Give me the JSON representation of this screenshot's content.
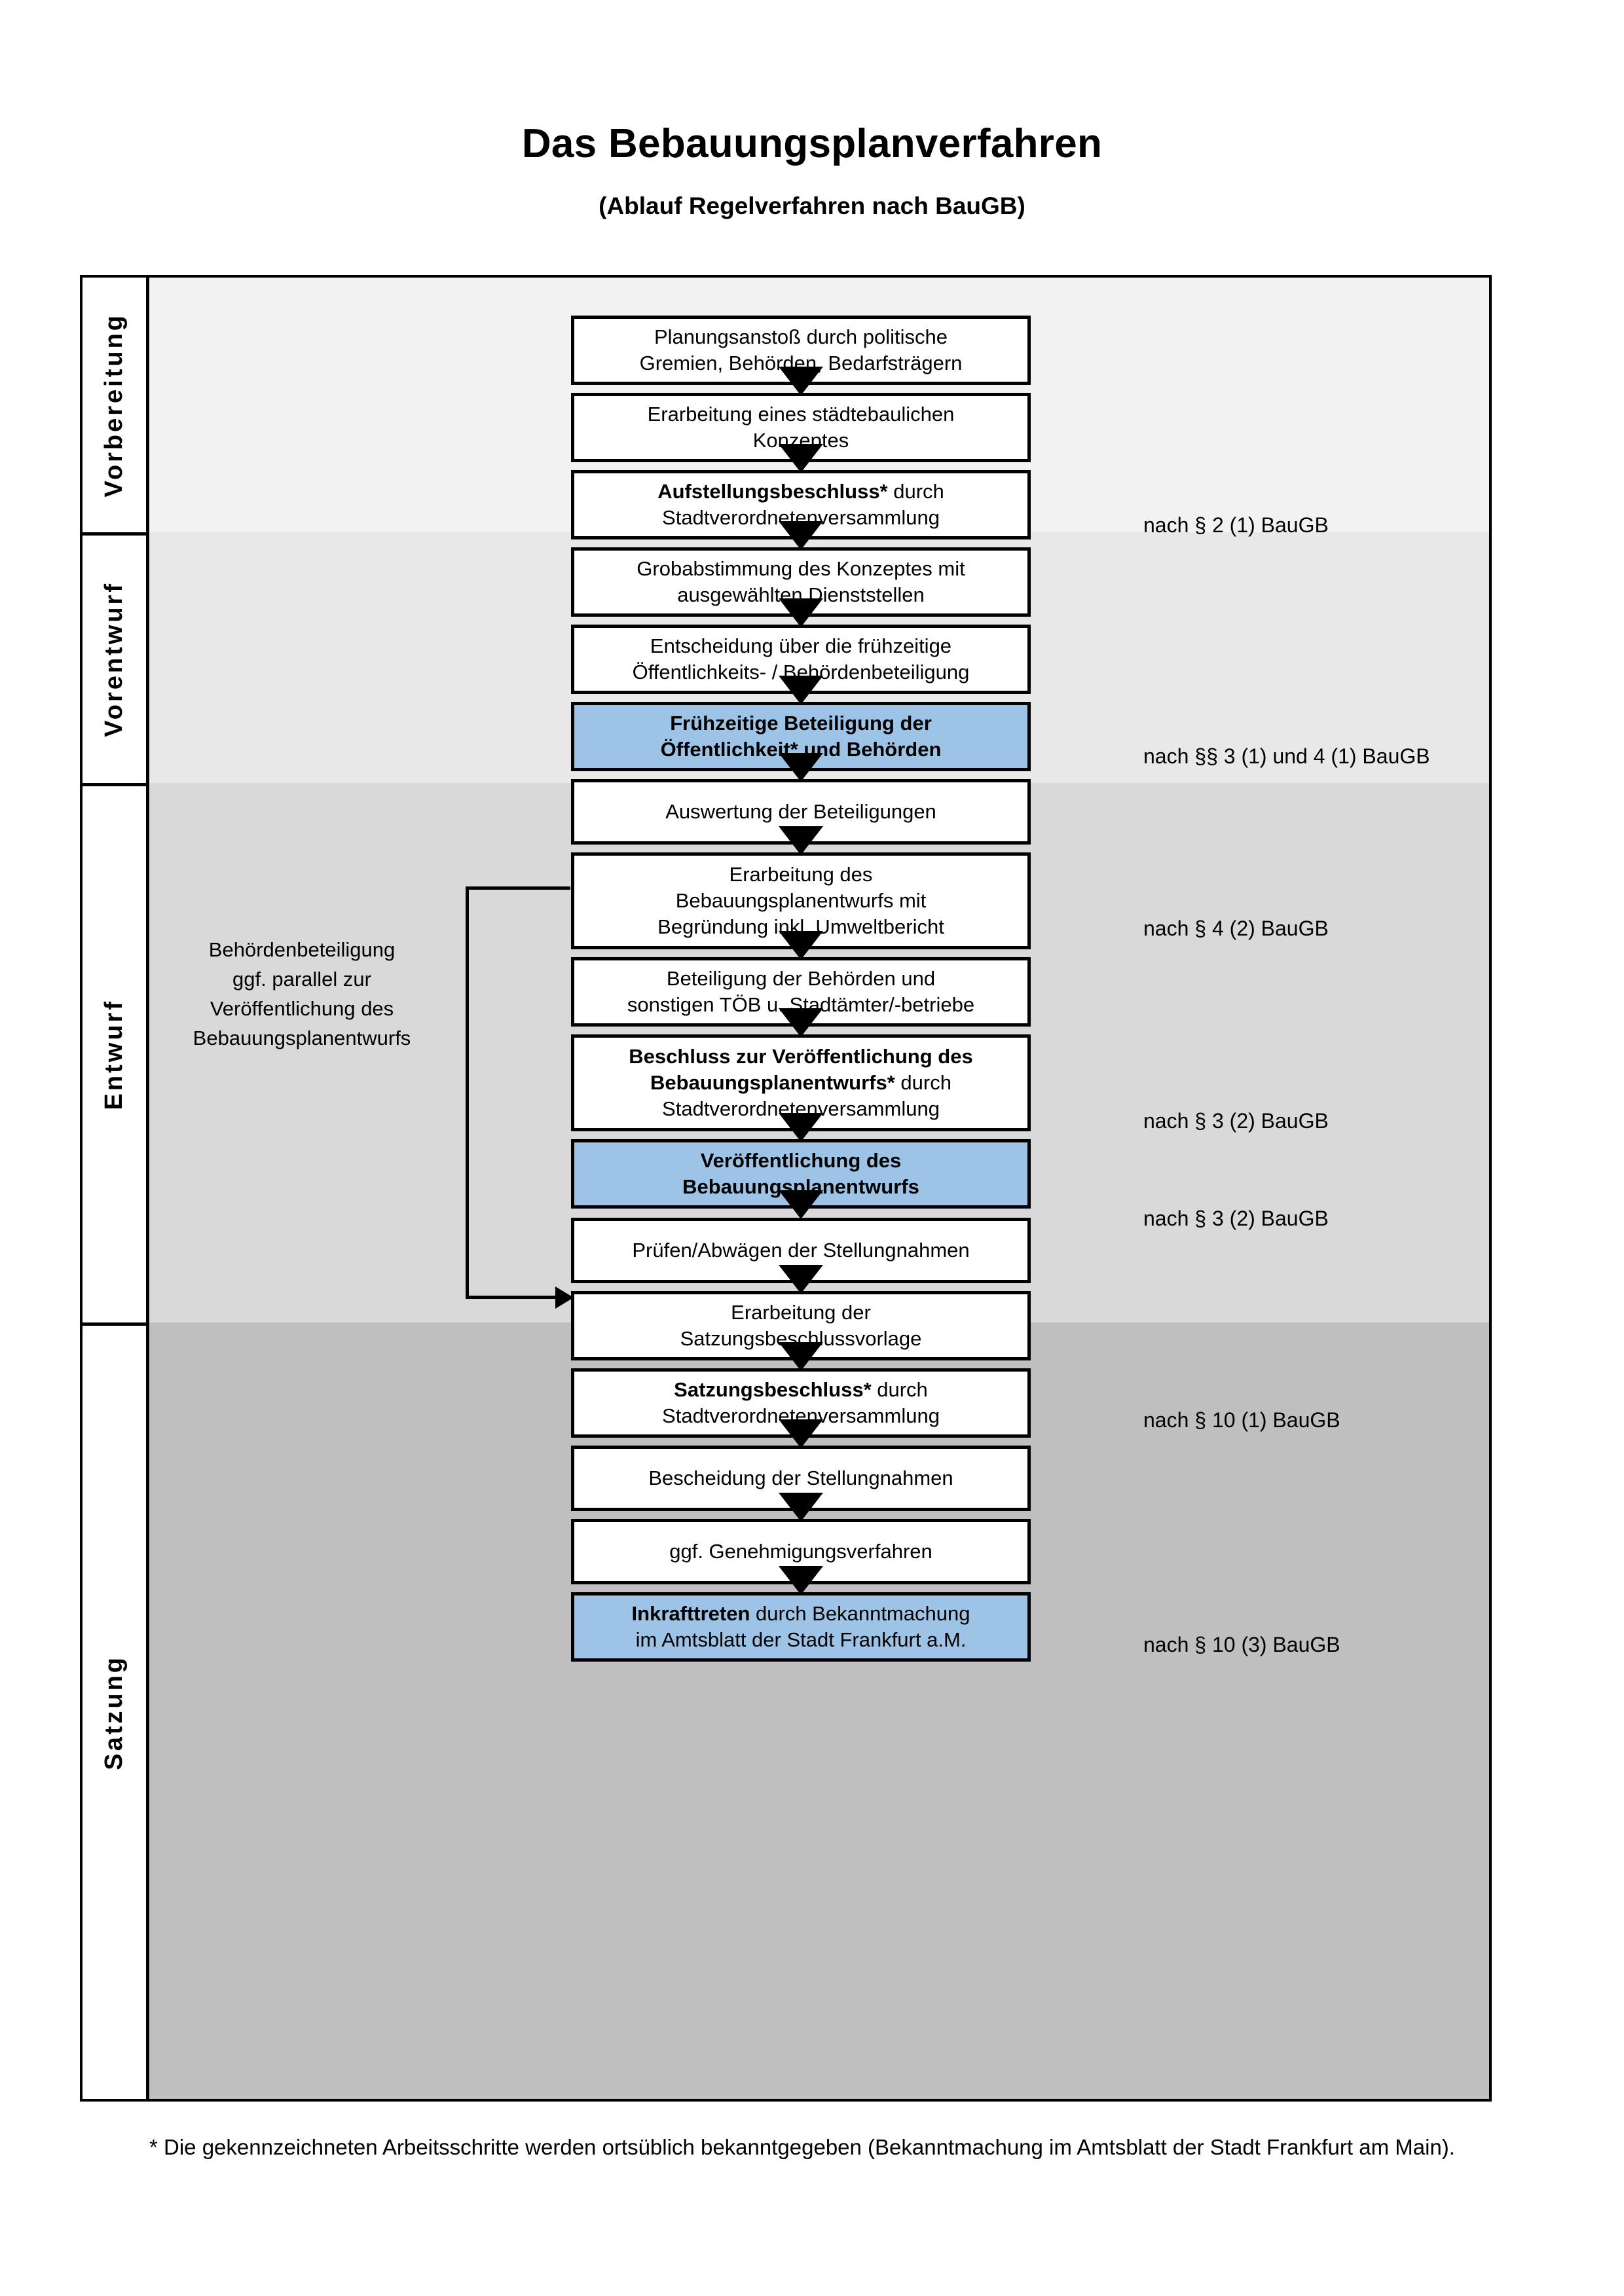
{
  "document": {
    "title": "Das Bebauungsplanverfahren",
    "subtitle": "(Ablauf Regelverfahren nach BauGB)",
    "footnote": "* Die gekennzeichneten Arbeitsschritte werden ortsüblich bekanntgegeben (Bekanntmachung im Amtsblatt  der Stadt Frankfurt am Main)."
  },
  "colors": {
    "highlight_blue": "#9DC3E6",
    "band_vorbereitung": "#F2F2F2",
    "band_vorentwurf": "#E8E8E8",
    "band_entwurf": "#D9D9D9",
    "band_satzung": "#BFBFBF",
    "outline": "#000000",
    "box_fill": "#FFFFFF"
  },
  "phases": [
    {
      "id": "vorbereitung",
      "label": "Vorbereitung"
    },
    {
      "id": "vorentwurf",
      "label": "Vorentwurf"
    },
    {
      "id": "entwurf",
      "label": "Entwurf"
    },
    {
      "id": "satzung",
      "label": "Satzung"
    }
  ],
  "steps": [
    {
      "id": "s1",
      "phase": "vorbereitung",
      "highlight": false,
      "lines": [
        {
          "text": "Planungsanstoß durch politische",
          "bold": false
        },
        {
          "text": "Gremien, Behörden, Bedarfsträgern",
          "bold": false
        }
      ]
    },
    {
      "id": "s2",
      "phase": "vorbereitung",
      "highlight": false,
      "lines": [
        {
          "text": "Erarbeitung eines städtebaulichen",
          "bold": false
        },
        {
          "text": "Konzeptes",
          "bold": false
        }
      ]
    },
    {
      "id": "s3",
      "phase": "vorbereitung",
      "highlight": false,
      "lines": [
        {
          "text": "Aufstellungsbeschluss*",
          "bold": true
        },
        {
          "text": " durch",
          "bold": false
        },
        {
          "text": "\n",
          "bold": false
        },
        {
          "text": "Stadtverordnetenversammlung",
          "bold": false
        }
      ]
    },
    {
      "id": "s4",
      "phase": "vorentwurf",
      "highlight": false,
      "lines": [
        {
          "text": "Grobabstimmung des Konzeptes mit",
          "bold": false
        },
        {
          "text": "ausgewählten Dienststellen",
          "bold": false
        }
      ]
    },
    {
      "id": "s5",
      "phase": "vorentwurf",
      "highlight": false,
      "lines": [
        {
          "text": "Entscheidung über die frühzeitige",
          "bold": false
        },
        {
          "text": "Öffentlichkeits- / Behördenbeteiligung",
          "bold": false
        }
      ]
    },
    {
      "id": "s6",
      "phase": "vorentwurf",
      "highlight": true,
      "lines": [
        {
          "text": "Frühzeitige Beteiligung der",
          "bold": true
        },
        {
          "text": "Öffentlichkeit* und Behörden",
          "bold": true
        }
      ]
    },
    {
      "id": "s7",
      "phase": "entwurf",
      "highlight": false,
      "lines": [
        {
          "text": "Auswertung der Beteiligungen",
          "bold": false
        }
      ]
    },
    {
      "id": "s8",
      "phase": "entwurf",
      "highlight": false,
      "lines": [
        {
          "text": "Erarbeitung des",
          "bold": false
        },
        {
          "text": "Bebauungsplanentwurfs mit",
          "bold": false
        },
        {
          "text": "Begründung inkl. Umweltbericht",
          "bold": false
        }
      ]
    },
    {
      "id": "s9",
      "phase": "entwurf",
      "highlight": false,
      "lines": [
        {
          "text": "Beteiligung der Behörden und",
          "bold": false
        },
        {
          "text": "sonstigen TÖB u. Stadtämter/-betriebe",
          "bold": false
        }
      ]
    },
    {
      "id": "s10",
      "phase": "entwurf",
      "highlight": false,
      "lines": [
        {
          "text": "Beschluss zur Veröffentlichung des",
          "bold": true
        },
        {
          "text": "Bebauungsplanentwurfs*",
          "bold": true
        },
        {
          "text": " durch",
          "bold": false
        },
        {
          "text": "\n",
          "bold": false
        },
        {
          "text": "Stadtverordnetenversammlung",
          "bold": false
        }
      ]
    },
    {
      "id": "s11",
      "phase": "entwurf",
      "highlight": true,
      "lines": [
        {
          "text": "Veröffentlichung des",
          "bold": true
        },
        {
          "text": "Bebauungsplanentwurfs",
          "bold": true
        }
      ]
    },
    {
      "id": "s12",
      "phase": "satzung",
      "highlight": false,
      "lines": [
        {
          "text": "Prüfen/Abwägen der Stellungnahmen",
          "bold": false
        }
      ]
    },
    {
      "id": "s13",
      "phase": "satzung",
      "highlight": false,
      "lines": [
        {
          "text": "Erarbeitung der",
          "bold": false
        },
        {
          "text": "Satzungsbeschlussvorlage",
          "bold": false
        }
      ]
    },
    {
      "id": "s14",
      "phase": "satzung",
      "highlight": false,
      "lines": [
        {
          "text": "Satzungsbeschluss*",
          "bold": true
        },
        {
          "text": " durch",
          "bold": false
        },
        {
          "text": "\n",
          "bold": false
        },
        {
          "text": "Stadtverordnetenversammlung",
          "bold": false
        }
      ]
    },
    {
      "id": "s15",
      "phase": "satzung",
      "highlight": false,
      "lines": [
        {
          "text": "Bescheidung der Stellungnahmen",
          "bold": false
        }
      ]
    },
    {
      "id": "s16",
      "phase": "satzung",
      "highlight": false,
      "lines": [
        {
          "text": "ggf. Genehmigungsverfahren",
          "bold": false
        }
      ]
    },
    {
      "id": "s17",
      "phase": "satzung",
      "highlight": true,
      "lines": [
        {
          "text": "Inkrafttreten",
          "bold": true
        },
        {
          "text": " durch Bekanntmachung",
          "bold": false
        },
        {
          "text": "\n",
          "bold": false
        },
        {
          "text": "im Amtsblatt der Stadt Frankfurt a.M.",
          "bold": false
        }
      ]
    }
  ],
  "step_text": {
    "s1_l1": "Planungsanstoß durch politische",
    "s1_l2": "Gremien, Behörden, Bedarfsträgern",
    "s2_l1": "Erarbeitung eines städtebaulichen",
    "s2_l2": "Konzeptes",
    "s3_b": "Aufstellungsbeschluss*",
    "s3_n": " durch",
    "s3_l2": "Stadtverordnetenversammlung",
    "s4_l1": "Grobabstimmung des Konzeptes mit",
    "s4_l2": "ausgewählten Dienststellen",
    "s5_l1": "Entscheidung über die frühzeitige",
    "s5_l2": "Öffentlichkeits- / Behördenbeteiligung",
    "s6_l1": "Frühzeitige Beteiligung der",
    "s6_l2": "Öffentlichkeit* und Behörden",
    "s7_l1": "Auswertung der Beteiligungen",
    "s8_l1": "Erarbeitung des",
    "s8_l2": "Bebauungsplanentwurfs mit",
    "s8_l3": "Begründung inkl. Umweltbericht",
    "s9_l1": "Beteiligung der Behörden und",
    "s9_l2": "sonstigen TÖB u. Stadtämter/-betriebe",
    "s10_b1": "Beschluss zur Veröffentlichung des",
    "s10_b2": "Bebauungsplanentwurfs*",
    "s10_n": " durch",
    "s10_l3": "Stadtverordnetenversammlung",
    "s11_l1": "Veröffentlichung des",
    "s11_l2": "Bebauungsplanentwurfs",
    "s12_l1": "Prüfen/Abwägen der Stellungnahmen",
    "s13_l1": "Erarbeitung der",
    "s13_l2": "Satzungsbeschlussvorlage",
    "s14_b": "Satzungsbeschluss*",
    "s14_n": " durch",
    "s14_l2": "Stadtverordnetenversammlung",
    "s15_l1": "Bescheidung der Stellungnahmen",
    "s16_l1": "ggf. Genehmigungsverfahren",
    "s17_b": "Inkrafttreten",
    "s17_n": " durch Bekanntmachung",
    "s17_l2": "im Amtsblatt der Stadt Frankfurt a.M."
  },
  "legal_notes": [
    {
      "id": "n1",
      "text": "nach § 2 (1) BauGB",
      "for_step": "s3"
    },
    {
      "id": "n2",
      "text": "nach §§ 3 (1) und 4 (1) BauGB",
      "for_step": "s6"
    },
    {
      "id": "n3",
      "text": "nach § 4 (2) BauGB",
      "for_step": "s9"
    },
    {
      "id": "n4",
      "text": "nach § 3 (2) BauGB",
      "for_step": "s10"
    },
    {
      "id": "n5",
      "text": "nach § 3 (2) BauGB",
      "for_step": "s11"
    },
    {
      "id": "n6",
      "text": "nach § 10 (1) BauGB",
      "for_step": "s14"
    },
    {
      "id": "n7",
      "text": "nach § 10 (3) BauGB",
      "for_step": "s17"
    }
  ],
  "side_annotation": {
    "line1": "Behördenbeteiligung",
    "line2": "ggf. parallel zur",
    "line3": "Veröffentlichung des",
    "line4": "Bebauungsplanentwurfs"
  }
}
